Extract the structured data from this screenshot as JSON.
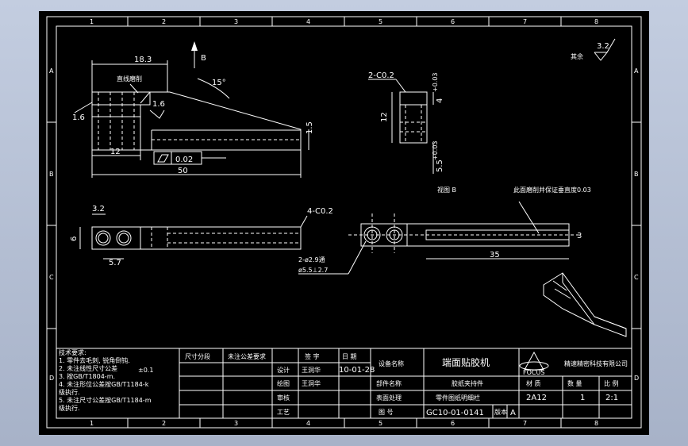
{
  "frame": {
    "top_numbers": [
      "1",
      "2",
      "3",
      "4",
      "5",
      "6",
      "7",
      "8"
    ],
    "side_letters": [
      "A",
      "B",
      "C",
      "D"
    ]
  },
  "colors": {
    "background": "#000000",
    "lines": "#ffffff",
    "yellow": "#ffff00",
    "green": "#00d000"
  },
  "drawing": {
    "view_arrow_label": "B",
    "view_b_label": "视图 B",
    "dims": {
      "d18_3": "18.3",
      "d15deg": "15°",
      "d1_6a": "1.6",
      "d1_6b": "1.6",
      "d1_5": "1.5",
      "d12a": "12",
      "d50": "50",
      "tol_value": "0.02",
      "d2_c02": "2-C0.2",
      "d12b": "12",
      "d4": "4",
      "d4_tol": "+0.03",
      "d5_5": "5.5",
      "d5_5_tol": "+0.03",
      "d3_2": "3.2",
      "d6": "6",
      "d5_7": "5.7",
      "d4_c02": "4-C0.2",
      "hole1": "2-ø2.9通",
      "hole2": "ø5.5⊥2.7",
      "d35": "35",
      "d3": "3"
    },
    "notes": {
      "top_left": "直线磨削",
      "right_block": "此面磨削并保证垂直度0.03",
      "roughness_other": "其余",
      "roughness_value": "3.2"
    }
  },
  "title_block": {
    "tech_req_title": "技术要求:",
    "tech_req_lines": [
      "1. 零件去毛刺, 锐角倒钝.",
      "2. 未注线性尺寸公差",
      "3. 按GB/T1804-m.",
      "4. 未注形位公差按GB/T1184-k",
      "   级执行.",
      "5. 未注尺寸公差按GB/T1184-m",
      "   级执行."
    ],
    "tolerance": "±0.1",
    "col_dim": "尺寸分段",
    "col_tol": "未注公差要求",
    "sign": "签 字",
    "date": "日 期",
    "design": "设计",
    "design_name": "王洞华",
    "design_date": "10-01-28",
    "draw": "绘图",
    "draw_name": "王洞华",
    "review": "审核",
    "process": "工艺",
    "device_name_label": "设备名称",
    "device_name": "端面贴胶机",
    "part_name_label": "部件名称",
    "part_name": "胶纸夹持件",
    "surface_label": "表面处理",
    "part_desc": "零件图纸明细栏",
    "drawing_no_label": "图 号",
    "drawing_no": "GC10-01-0141",
    "version_label": "版本",
    "version": "A",
    "company": "精速精密科技有限公司",
    "logo_text": "FOCUS",
    "material_label": "材 质",
    "material": "2A12",
    "qty_label": "数 量",
    "qty": "1",
    "scale_label": "比 例",
    "scale": "2:1"
  }
}
